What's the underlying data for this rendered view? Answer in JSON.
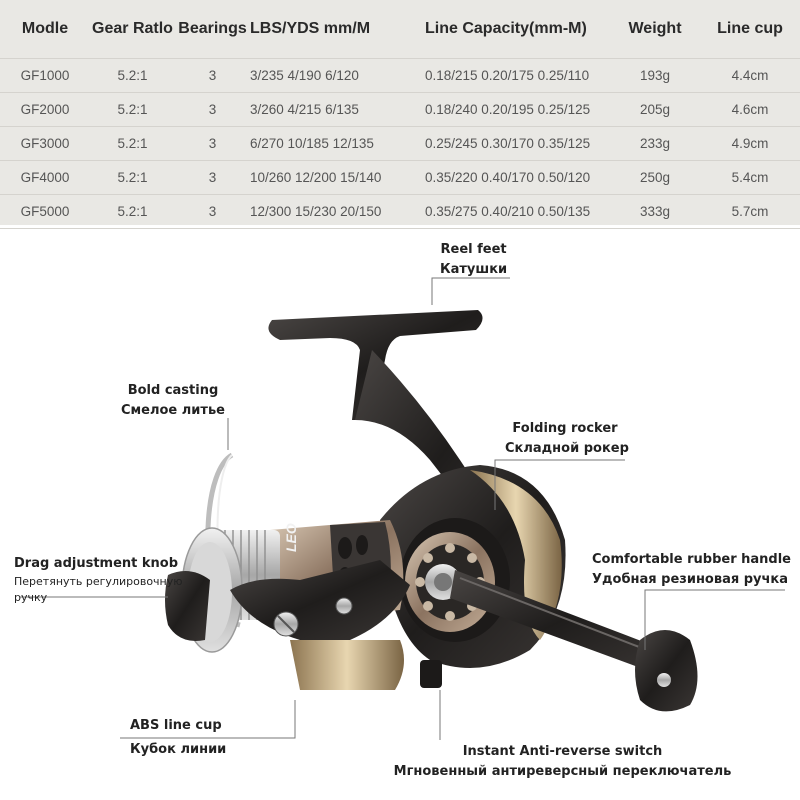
{
  "spec_table": {
    "headers": [
      "Modle",
      "Gear Ratlo",
      "Bearings",
      "LBS/YDS mm/M",
      "Line Capacity(mm-M)",
      "Weight",
      "Line cup"
    ],
    "rows": [
      {
        "model": "GF1000",
        "gear": "5.2:1",
        "bearings": "3",
        "lbs": "3/235  4/190  6/120",
        "capacity": "0.18/215  0.20/175  0.25/110",
        "weight": "193g",
        "cup": "4.4cm"
      },
      {
        "model": "GF2000",
        "gear": "5.2:1",
        "bearings": "3",
        "lbs": "3/260  4/215  6/135",
        "capacity": "0.18/240  0.20/195  0.25/125",
        "weight": "205g",
        "cup": "4.6cm"
      },
      {
        "model": "GF3000",
        "gear": "5.2:1",
        "bearings": "3",
        "lbs": "6/270  10/185  12/135",
        "capacity": "0.25/245  0.30/170  0.35/125",
        "weight": "233g",
        "cup": "4.9cm"
      },
      {
        "model": "GF4000",
        "gear": "5.2:1",
        "bearings": "3",
        "lbs": "10/260  12/200  15/140",
        "capacity": "0.35/220  0.40/170  0.50/120",
        "weight": "250g",
        "cup": "5.4cm"
      },
      {
        "model": "GF5000",
        "gear": "5.2:1",
        "bearings": "3",
        "lbs": "12/300  15/230  20/150",
        "capacity": "0.35/275  0.40/210  0.50/135",
        "weight": "333g",
        "cup": "5.7cm"
      }
    ]
  },
  "callouts": {
    "reel_feet": {
      "en": "Reel feet",
      "ru": "Катушки"
    },
    "bold_casting": {
      "en": "Bold casting",
      "ru": "Смелое литье"
    },
    "folding_rocker": {
      "en": "Folding rocker",
      "ru": "Складной рокер"
    },
    "drag_knob": {
      "en": "Drag adjustment knob",
      "ru1": "Перетянуть регулировочную",
      "ru2": "ручку"
    },
    "rubber_handle": {
      "en": "Comfortable rubber handle",
      "ru": "Удобная резиновая ручка"
    },
    "abs_cup": {
      "en": "ABS line cup",
      "ru": "Кубок линии"
    },
    "anti_reverse": {
      "en": "Instant Anti-reverse switch",
      "ru": "Мгновенный антиреверсный переключатель"
    }
  },
  "reel_body_text": "LEO",
  "colors": {
    "table_bg": "#e9e8e4",
    "reel_dark": "#2b2826",
    "reel_gold": "#b8a07a",
    "spool_silver": "#c9c9c9"
  }
}
